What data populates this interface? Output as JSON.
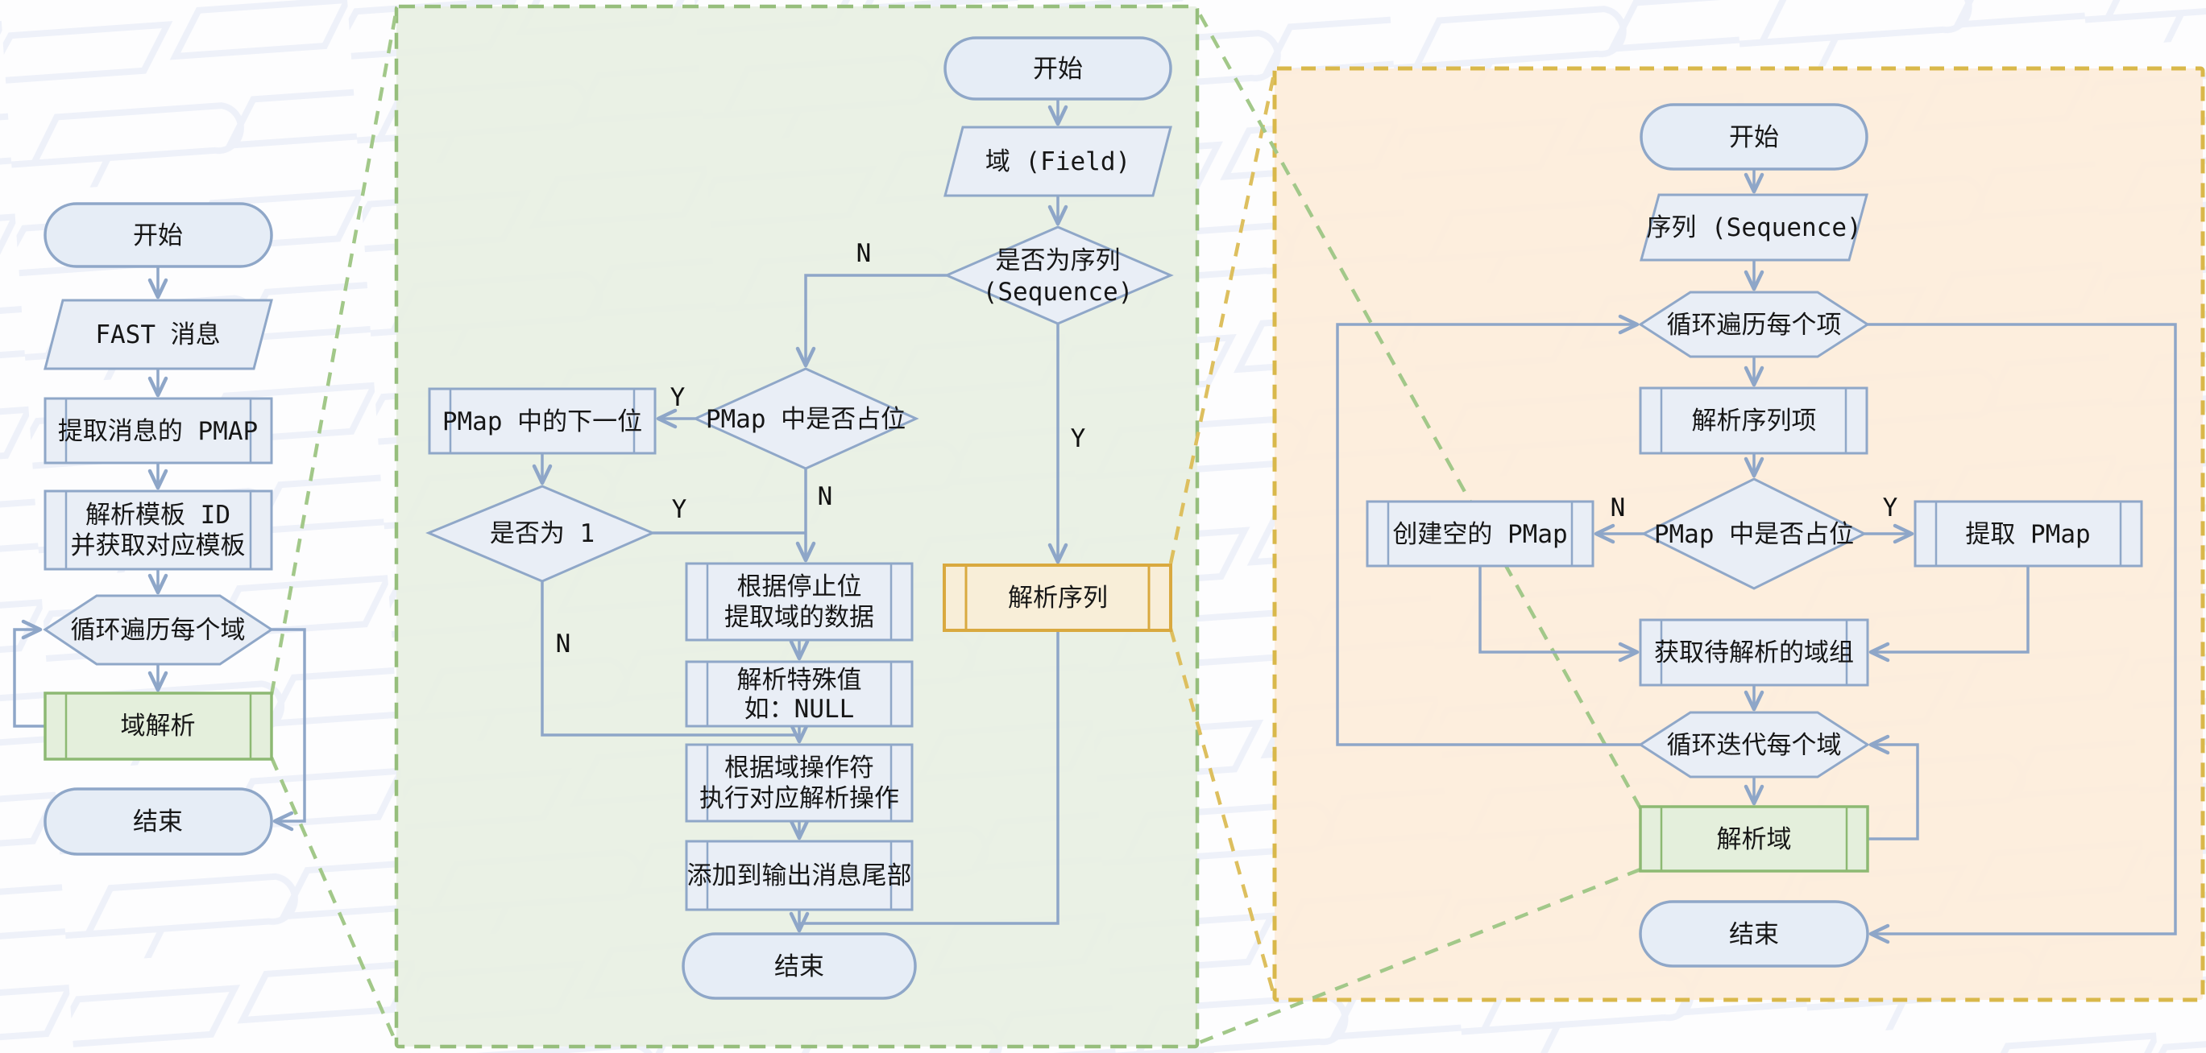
{
  "labels": {
    "yes": "Y",
    "no": "N"
  },
  "flows": {
    "left": {
      "start": "开始",
      "input": "FAST 消息",
      "extract_pmap": "提取消息的 PMAP",
      "parse_template_line1": "解析模板 ID",
      "parse_template_line2": "并获取对应模板",
      "loop_fields": "循环遍历每个域",
      "field_parse": "域解析",
      "end": "结束"
    },
    "middle": {
      "start": "开始",
      "field": "域 (Field)",
      "is_sequence_line1": "是否为序列",
      "is_sequence_line2": "(Sequence)",
      "pmap_next": "PMap 中的下一位",
      "pmap_occupied": "PMap 中是否占位",
      "is_one": "是否为 1",
      "stopbit_line1": "根据停止位",
      "stopbit_line2": "提取域的数据",
      "parse_sequence": "解析序列",
      "special_line1": "解析特殊值",
      "special_line2": "如：NULL",
      "operator_line1": "根据域操作符",
      "operator_line2": "执行对应解析操作",
      "append_output": "添加到输出消息尾部",
      "end": "结束"
    },
    "right": {
      "start": "开始",
      "input": "序列 (Sequence)",
      "loop_items": "循环遍历每个项",
      "parse_item": "解析序列项",
      "pmap_occupied": "PMap 中是否占位",
      "create_pmap": "创建空的 PMap",
      "extract_pmap": "提取 PMap",
      "get_fields": "获取待解析的域组",
      "loop_fields": "循环迭代每个域",
      "parse_field": "解析域",
      "end": "结束"
    }
  },
  "colors": {
    "node_fill": "#e9eef6",
    "node_border": "#8fa7c8",
    "green_node_fill": "#e4efdc",
    "green_node_border": "#8db973",
    "orange_node_fill": "#f8eed8",
    "orange_node_border": "#d9a93f",
    "connector": "#8ea6c8",
    "panel_green_fill": "#e8f0e3",
    "panel_green_border": "#96be7c",
    "panel_orange_fill": "#fdeeda",
    "panel_orange_border": "#d9b84a"
  }
}
